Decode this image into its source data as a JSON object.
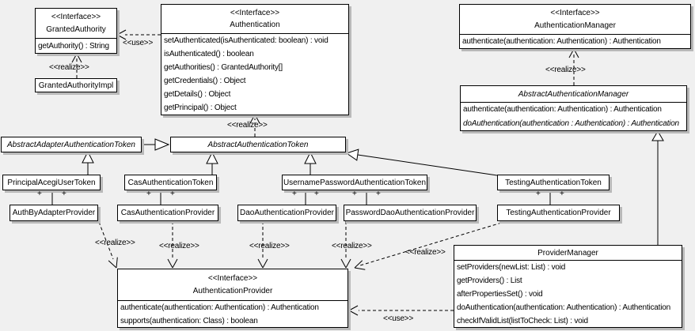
{
  "labels": {
    "realize": "<<realize>>",
    "use": "<<use>>",
    "plus": "+"
  },
  "colors": {
    "background": "#f0f0f0",
    "box_fill": "#ffffff",
    "box_border": "#000000",
    "shadow": "#b9b9b9"
  },
  "classes": {
    "granted_authority": {
      "stereotype": "<<Interface>>",
      "name": "GrantedAuthority",
      "methods": [
        "getAuthority() : String"
      ]
    },
    "granted_authority_impl": {
      "name": "GrantedAuthorityImpl"
    },
    "authentication": {
      "stereotype": "<<Interface>>",
      "name": "Authentication",
      "methods": [
        "setAuthenticated(isAuthenticated: boolean) : void",
        "isAuthenticated() : boolean",
        "getAuthorities() : GrantedAuthority[]",
        "getCredentials() : Object",
        "getDetails() : Object",
        "getPrincipal() : Object"
      ]
    },
    "authentication_manager": {
      "stereotype": "<<Interface>>",
      "name": "AuthenticationManager",
      "methods": [
        "authenticate(authentication: Authentication) : Authentication"
      ]
    },
    "abstract_authentication_manager": {
      "name": "AbstractAuthenticationManager",
      "methods": [
        "authenticate(authentication: Authentication) : Authentication",
        "doAuthentication(authentication : Authentication) : Authentication"
      ]
    },
    "abstract_adapter_authentication_token": {
      "name": "AbstractAdapterAuthenticationToken"
    },
    "abstract_authentication_token": {
      "name": "AbstractAuthenticationToken"
    },
    "principal_acegi_user_token": {
      "name": "PrincipalAcegiUserToken"
    },
    "cas_authentication_token": {
      "name": "CasAuthenticationToken"
    },
    "username_password_authentication_token": {
      "name": "UsernamePasswordAuthenticationToken"
    },
    "testing_authentication_token": {
      "name": "TestingAuthenticationToken"
    },
    "auth_by_adapter_provider": {
      "name": "AuthByAdapterProvider"
    },
    "cas_authentication_provider": {
      "name": "CasAuthenticationProvider"
    },
    "dao_authentication_provider": {
      "name": "DaoAuthenticationProvider"
    },
    "password_dao_authentication_provider": {
      "name": "PasswordDaoAuthenticationProvider"
    },
    "testing_authentication_provider": {
      "name": "TestingAuthenticationProvider"
    },
    "authentication_provider": {
      "stereotype": "<<Interface>>",
      "name": "AuthenticationProvider",
      "methods": [
        "authenticate(authentication: Authentication) : Authentication",
        "supports(authentication: Class) : boolean"
      ]
    },
    "provider_manager": {
      "name": "ProviderManager",
      "methods": [
        "setProviders(newList: List) : void",
        "getProviders() : List",
        "afterPropertiesSet() : void",
        "doAuthentication(authentication: Authentication) : Authentication",
        "checkIfValidList(listToCheck: List) : void"
      ]
    }
  }
}
